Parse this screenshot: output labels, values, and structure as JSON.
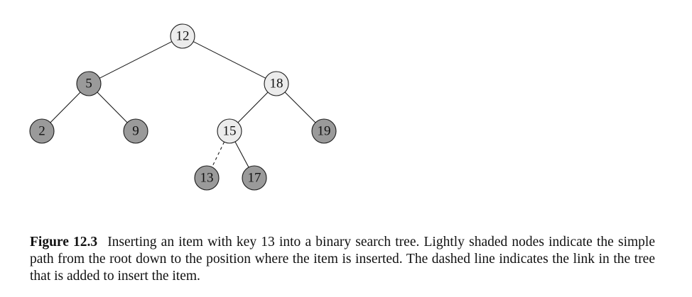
{
  "tree": {
    "nodes": [
      {
        "id": "n12",
        "label": "12",
        "shade": "light"
      },
      {
        "id": "n5",
        "label": "5",
        "shade": "dark"
      },
      {
        "id": "n18",
        "label": "18",
        "shade": "light"
      },
      {
        "id": "n2",
        "label": "2",
        "shade": "dark"
      },
      {
        "id": "n9",
        "label": "9",
        "shade": "dark"
      },
      {
        "id": "n15",
        "label": "15",
        "shade": "light"
      },
      {
        "id": "n19",
        "label": "19",
        "shade": "dark"
      },
      {
        "id": "n13",
        "label": "13",
        "shade": "dark"
      },
      {
        "id": "n17",
        "label": "17",
        "shade": "dark"
      }
    ],
    "edges": [
      {
        "from": "n12",
        "to": "n5",
        "style": "solid"
      },
      {
        "from": "n12",
        "to": "n18",
        "style": "solid"
      },
      {
        "from": "n5",
        "to": "n2",
        "style": "solid"
      },
      {
        "from": "n5",
        "to": "n9",
        "style": "solid"
      },
      {
        "from": "n18",
        "to": "n15",
        "style": "solid"
      },
      {
        "from": "n18",
        "to": "n19",
        "style": "solid"
      },
      {
        "from": "n15",
        "to": "n13",
        "style": "dashed"
      },
      {
        "from": "n15",
        "to": "n17",
        "style": "solid"
      }
    ],
    "colors": {
      "light_fill": "#ececec",
      "dark_fill": "#9a9a9a",
      "stroke": "#1a1a1a"
    }
  },
  "caption": {
    "label": "Figure 12.3",
    "text": "Inserting an item with key 13 into a binary search tree. Lightly shaded nodes indicate the simple path from the root down to the position where the item is inserted.  The dashed line indicates the link in the tree that is added to insert the item."
  }
}
